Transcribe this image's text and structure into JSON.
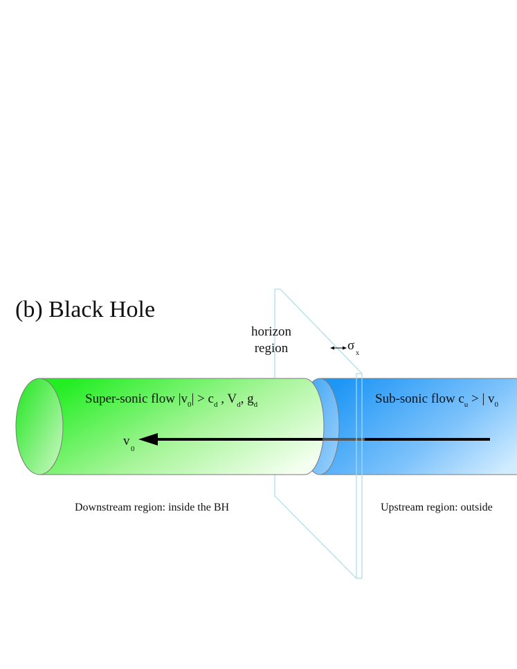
{
  "title": "(b)  Black Hole",
  "horizon": {
    "line1": "horizon",
    "line2": "region"
  },
  "sigma": {
    "symbol": "σ",
    "subscript": "x"
  },
  "downstream": {
    "flow_parts": [
      "Super-sonic flow |v",
      "0",
      "| > c",
      "d",
      " ,  V",
      "d",
      ",  g",
      "d"
    ],
    "velocity": {
      "symbol": "v",
      "subscript": "0"
    },
    "caption": "Downstream region: inside the BH"
  },
  "upstream": {
    "flow_parts": [
      "Sub-sonic flow c",
      "u",
      " > | v",
      "0"
    ],
    "caption": "Upstream region: outside"
  },
  "colors": {
    "green_dark": "#22ee22",
    "green_light": "#f4fff0",
    "blue_dark": "#1e96f5",
    "blue_light": "#d2ecff",
    "plane": "#a8dde8"
  }
}
